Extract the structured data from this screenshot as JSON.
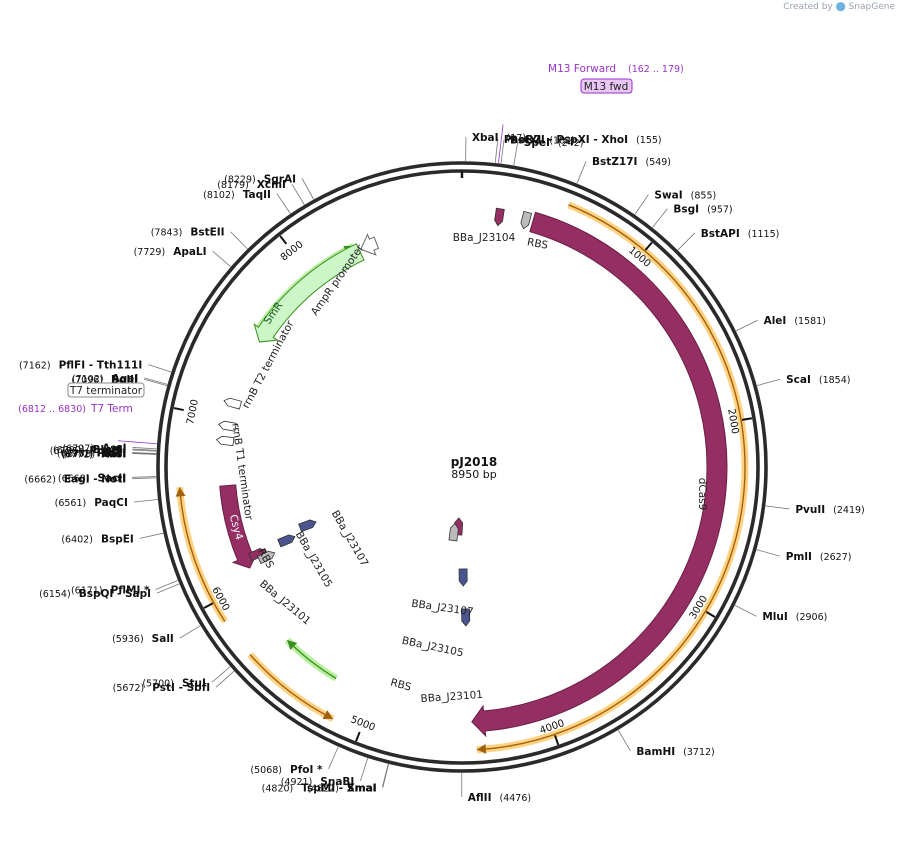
{
  "brand": {
    "created_by": "Created by",
    "logo": "SnapGene"
  },
  "plasmid": {
    "name": "pJ2018",
    "length_label": "8950 bp",
    "length": 8950
  },
  "ticks": [
    {
      "bp": 1000,
      "label": "1000"
    },
    {
      "bp": 2000,
      "label": "2000"
    },
    {
      "bp": 3000,
      "label": "3000"
    },
    {
      "bp": 4000,
      "label": "4000"
    },
    {
      "bp": 5000,
      "label": "5000"
    },
    {
      "bp": 6000,
      "label": "6000"
    },
    {
      "bp": 7000,
      "label": "7000"
    },
    {
      "bp": 8000,
      "label": "8000"
    }
  ],
  "sites": [
    {
      "name": "PaeR7I  - PspXI  - XhoI",
      "pos": "(155)",
      "bp": 155
    },
    {
      "name": "XbaI",
      "pos": "(17)",
      "bp": 17
    },
    {
      "name": "BstXI",
      "pos": "(182)",
      "bp": 182
    },
    {
      "name": "SpeI",
      "pos": "(242)",
      "bp": 242
    },
    {
      "name": "BstZ17I",
      "pos": "(549)",
      "bp": 549
    },
    {
      "name": "SwaI",
      "pos": "(855)",
      "bp": 855
    },
    {
      "name": "BsgI",
      "pos": "(957)",
      "bp": 957
    },
    {
      "name": "BstAPI",
      "pos": "(1115)",
      "bp": 1115
    },
    {
      "name": "AleI",
      "pos": "(1581)",
      "bp": 1581
    },
    {
      "name": "ScaI",
      "pos": "(1854)",
      "bp": 1854
    },
    {
      "name": "PvuII",
      "pos": "(2419)",
      "bp": 2419
    },
    {
      "name": "PmlI",
      "pos": "(2627)",
      "bp": 2627
    },
    {
      "name": "MluI",
      "pos": "(2906)",
      "bp": 2906
    },
    {
      "name": "BamHI",
      "pos": "(3712)",
      "bp": 3712
    },
    {
      "name": "AflII",
      "pos": "(4476)",
      "bp": 4476
    },
    {
      "name": "TspMI  - XmaI",
      "pos": "(4820)",
      "bp": 4820
    },
    {
      "name": "SmaI",
      "pos": "(4822)",
      "bp": 4822
    },
    {
      "name": "SnaBI",
      "pos": "(4921)",
      "bp": 4921
    },
    {
      "name": "PfoI *",
      "pos": "(5068)",
      "bp": 5068
    },
    {
      "name": "PstI  - SbfI",
      "pos": "(5672)",
      "bp": 5672
    },
    {
      "name": "StuI",
      "pos": "(5700)",
      "bp": 5700
    },
    {
      "name": "SalI",
      "pos": "(5936)",
      "bp": 5936
    },
    {
      "name": "BspQI  - SapI",
      "pos": "(6154)",
      "bp": 6154
    },
    {
      "name": "PflMI *",
      "pos": "(6171)",
      "bp": 6171
    },
    {
      "name": "BspEI",
      "pos": "(6402)",
      "bp": 6402
    },
    {
      "name": "PaqCI",
      "pos": "(6561)",
      "bp": 6561
    },
    {
      "name": "EagI  - NotI",
      "pos": "(6662)",
      "bp": 6662
    },
    {
      "name": "SacII",
      "pos": "(6668)",
      "bp": 6668
    },
    {
      "name": "KasI",
      "pos": "(6771)",
      "bp": 6771
    },
    {
      "name": "NarI",
      "pos": "(6772)",
      "bp": 6772
    },
    {
      "name": "SfoI",
      "pos": "(6773)",
      "bp": 6773
    },
    {
      "name": "PluTI",
      "pos": "(6775)",
      "bp": 6775
    },
    {
      "name": "PpuMI",
      "pos": "(6786)",
      "bp": 6786
    },
    {
      "name": "BbvCI",
      "pos": "(6790)",
      "bp": 6790
    },
    {
      "name": "AscI",
      "pos": "(6797)",
      "bp": 6797
    },
    {
      "name": "BglII",
      "pos": "(7096)",
      "bp": 7096
    },
    {
      "name": "AgeI",
      "pos": "(7102)",
      "bp": 7102
    },
    {
      "name": "PflFI  - Tth111I",
      "pos": "(7162)",
      "bp": 7162
    },
    {
      "name": "ApaLI",
      "pos": "(7729)",
      "bp": 7729
    },
    {
      "name": "BstEII",
      "pos": "(7843)",
      "bp": 7843
    },
    {
      "name": "TaqII",
      "pos": "(8102)",
      "bp": 8102
    },
    {
      "name": "XcmI",
      "pos": "(8179)",
      "bp": 8179
    },
    {
      "name": "SgrAI",
      "pos": "(8229)",
      "bp": 8229
    }
  ],
  "primers": [
    {
      "name": "M13 Forward",
      "range": "(162 .. 179)",
      "bp": 170
    },
    {
      "name": "T7 Term",
      "range": "(6812 .. 6830)",
      "bp": 6821
    }
  ],
  "boxes": [
    {
      "name": "M13 fwd"
    },
    {
      "name": "T7 terminator"
    }
  ],
  "features": [
    {
      "name": "dCas9",
      "start": 400,
      "end": 4420,
      "color": "#952e63"
    },
    {
      "name": "Csy4",
      "start": 6080,
      "end": 6600,
      "color": "#952e63"
    },
    {
      "name": "SmR",
      "start": 7500,
      "end": 8320,
      "color": "#ccf5c8"
    },
    {
      "name": "AmpR promoter",
      "start": 8330,
      "end": 8430,
      "color": "#ffffff"
    },
    {
      "name": "rrnB T2 terminator",
      "start": 7100,
      "end": 7170,
      "color": "#ffffff"
    },
    {
      "name": "rrnB T1 terminator",
      "start": 6870,
      "end": 6960,
      "color": "#ffffff"
    },
    {
      "name": "BBa_J23104",
      "bp": 210,
      "color": "#952e63"
    },
    {
      "name": "RBS",
      "bp": 360,
      "color": "#bbbbbb"
    },
    {
      "name": "BBa_J23101",
      "bp": 4560,
      "color": "#952e63"
    },
    {
      "name": "RBS",
      "bp": 4650,
      "color": "#bbbbbb"
    },
    {
      "name": "BBa_J23105",
      "bp": 4460,
      "color": "#4a5590"
    },
    {
      "name": "BBa_J23107",
      "bp": 4440,
      "color": "#4a5590"
    },
    {
      "name": "BBa_J23101",
      "bp": 6140,
      "color": "#952e63"
    },
    {
      "name": "RBS",
      "bp": 6100,
      "color": "#bbbbbb"
    },
    {
      "name": "BBa_J23105",
      "bp": 6150,
      "color": "#4a5590"
    },
    {
      "name": "BBa_J23107",
      "bp": 6200,
      "color": "#4a5590"
    }
  ],
  "outer_arcs": [
    {
      "start": 550,
      "end": 4400,
      "color": "#ffd180",
      "direction": "cw"
    },
    {
      "start": 5150,
      "end": 5680,
      "color": "#ffd180",
      "direction": "ccw"
    },
    {
      "start": 5890,
      "end": 6610,
      "color": "#ffd180",
      "direction": "cw"
    },
    {
      "start": 5240,
      "end": 5600,
      "color": "#b8f0a0",
      "direction": "cw"
    },
    {
      "start": 7550,
      "end": 8300,
      "color": "#b8f0a0",
      "direction": "cw"
    }
  ]
}
